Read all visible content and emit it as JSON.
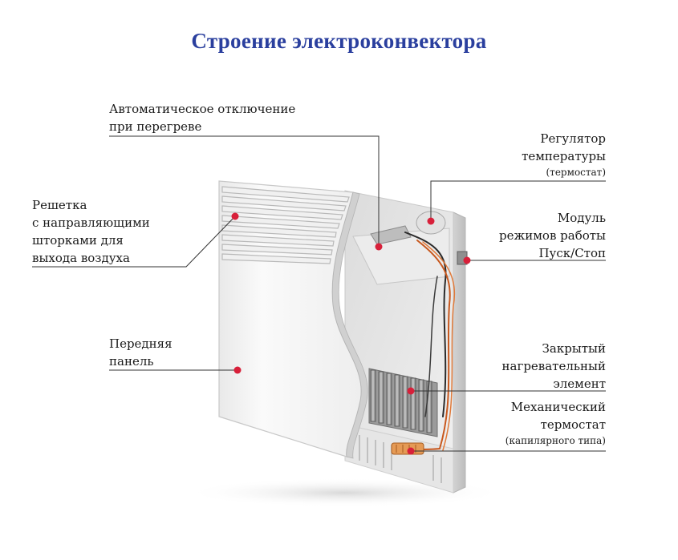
{
  "title": "Строение электроконвектора",
  "colors": {
    "title": "#2a3f9e",
    "marker": "#d8203a",
    "leader": "#333333",
    "wire": "#c8581e",
    "body": "#f4f4f4"
  },
  "labels": {
    "overheat": {
      "lines": [
        "Автоматическое отключение",
        "при перегреве"
      ]
    },
    "grille": {
      "lines": [
        "Решетка",
        "с направляющими",
        "шторками для",
        "выхода воздуха"
      ]
    },
    "front_panel": {
      "lines": [
        "Передняя",
        "панель"
      ]
    },
    "temp_regulator": {
      "lines": [
        "Регулятор",
        "температуры"
      ],
      "note": "(термостат)"
    },
    "mode_module": {
      "lines": [
        "Модуль",
        "режимов работы",
        "Пуск/Стоп"
      ]
    },
    "heating_element": {
      "lines": [
        "Закрытый",
        "нагревательный",
        "элемент"
      ]
    },
    "mech_thermostat": {
      "lines": [
        "Механический",
        "термостат"
      ],
      "note": "(капилярного типа)"
    }
  }
}
